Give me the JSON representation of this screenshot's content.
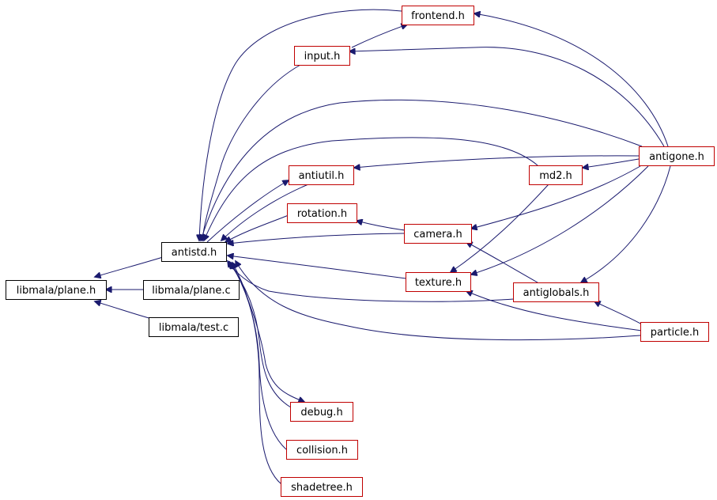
{
  "colors": {
    "edge": "#1a1a6e",
    "focus_fill": "#bfbfbf",
    "focus_border": "#000000",
    "internal_border": "#000000",
    "external_border": "#c00000"
  },
  "nodes": [
    {
      "id": "plane_h",
      "label": "libmala/plane.h",
      "kind": "focus"
    },
    {
      "id": "antistd_h",
      "label": "antistd.h",
      "kind": "internal"
    },
    {
      "id": "plane_c",
      "label": "libmala/plane.c",
      "kind": "internal"
    },
    {
      "id": "test_c",
      "label": "libmala/test.c",
      "kind": "internal"
    },
    {
      "id": "frontend_h",
      "label": "frontend.h",
      "kind": "external"
    },
    {
      "id": "input_h",
      "label": "input.h",
      "kind": "external"
    },
    {
      "id": "antiutil_h",
      "label": "antiutil.h",
      "kind": "external"
    },
    {
      "id": "rotation_h",
      "label": "rotation.h",
      "kind": "external"
    },
    {
      "id": "camera_h",
      "label": "camera.h",
      "kind": "external"
    },
    {
      "id": "md2_h",
      "label": "md2.h",
      "kind": "external"
    },
    {
      "id": "antigone_h",
      "label": "antigone.h",
      "kind": "external"
    },
    {
      "id": "texture_h",
      "label": "texture.h",
      "kind": "external"
    },
    {
      "id": "antiglobals_h",
      "label": "antiglobals.h",
      "kind": "external"
    },
    {
      "id": "particle_h",
      "label": "particle.h",
      "kind": "external"
    },
    {
      "id": "debug_h",
      "label": "debug.h",
      "kind": "external"
    },
    {
      "id": "collision_h",
      "label": "collision.h",
      "kind": "external"
    },
    {
      "id": "shadetree_h",
      "label": "shadetree.h",
      "kind": "external"
    }
  ],
  "edges": [
    {
      "from": "antistd_h",
      "to": "plane_h"
    },
    {
      "from": "plane_c",
      "to": "plane_h"
    },
    {
      "from": "test_c",
      "to": "plane_h"
    },
    {
      "from": "frontend_h",
      "to": "antistd_h"
    },
    {
      "from": "input_h",
      "to": "antistd_h"
    },
    {
      "from": "antiutil_h",
      "to": "antistd_h"
    },
    {
      "from": "rotation_h",
      "to": "antistd_h"
    },
    {
      "from": "camera_h",
      "to": "antistd_h"
    },
    {
      "from": "texture_h",
      "to": "antistd_h"
    },
    {
      "from": "antiglobals_h",
      "to": "antistd_h"
    },
    {
      "from": "particle_h",
      "to": "antistd_h"
    },
    {
      "from": "md2_h",
      "to": "antistd_h"
    },
    {
      "from": "antigone_h",
      "to": "antistd_h"
    },
    {
      "from": "debug_h",
      "to": "antistd_h"
    },
    {
      "from": "collision_h",
      "to": "antistd_h"
    },
    {
      "from": "shadetree_h",
      "to": "antistd_h"
    },
    {
      "from": "antistd_h",
      "to": "antiutil_h"
    },
    {
      "from": "antistd_h",
      "to": "debug_h"
    },
    {
      "from": "input_h",
      "to": "frontend_h"
    },
    {
      "from": "antigone_h",
      "to": "frontend_h"
    },
    {
      "from": "antigone_h",
      "to": "input_h"
    },
    {
      "from": "antigone_h",
      "to": "antiutil_h"
    },
    {
      "from": "antigone_h",
      "to": "md2_h"
    },
    {
      "from": "antigone_h",
      "to": "camera_h"
    },
    {
      "from": "antigone_h",
      "to": "texture_h"
    },
    {
      "from": "antigone_h",
      "to": "antiglobals_h"
    },
    {
      "from": "camera_h",
      "to": "rotation_h"
    },
    {
      "from": "antiglobals_h",
      "to": "camera_h"
    },
    {
      "from": "md2_h",
      "to": "texture_h"
    },
    {
      "from": "particle_h",
      "to": "texture_h"
    },
    {
      "from": "particle_h",
      "to": "antiglobals_h"
    }
  ]
}
